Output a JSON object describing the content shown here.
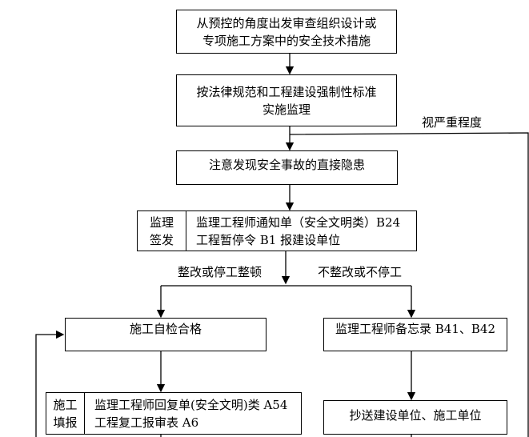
{
  "steps": {
    "s1": [
      "从预控的角度出发审查组织设计或",
      "专项施工方案中的安全技术措施"
    ],
    "s2": [
      "按法律规范和工程建设强制性标准",
      "实施监理"
    ],
    "s3": "注意发现安全事故的直接隐患",
    "s4": {
      "tag": [
        "监理",
        "签发"
      ],
      "lines": [
        "监理工程师通知单（安全文明类）B24",
        "工程暂停令 B1 报建设单位"
      ]
    },
    "s5": "施工自检合格",
    "s6": "监理工程师备忘录 B41、B42",
    "s7": {
      "tag": [
        "施工",
        "填报"
      ],
      "lines": [
        "监理工程师回复单(安全文明)类 A54",
        "工程复工报审表 A6"
      ]
    },
    "s8": "抄送建设单位、施工单位"
  },
  "labels": {
    "severity": "视严重程度",
    "rectify": "整改或停工整顿",
    "no_rectify": "不整改或不停工"
  }
}
